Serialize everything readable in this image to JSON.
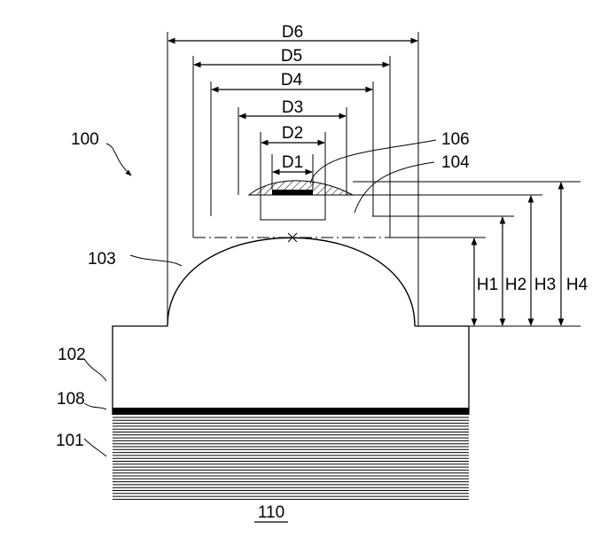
{
  "figure": {
    "caption": "110",
    "ref_labels": {
      "r100": "100",
      "r101": "101",
      "r102": "102",
      "r103": "103",
      "r104": "104",
      "r106": "106",
      "r108": "108"
    },
    "dimensions": {
      "widths": [
        "D1",
        "D2",
        "D3",
        "D4",
        "D5",
        "D6"
      ],
      "heights": [
        "H1",
        "H2",
        "H3",
        "H4"
      ]
    },
    "colors": {
      "ink": "#000000",
      "background": "#ffffff"
    }
  }
}
